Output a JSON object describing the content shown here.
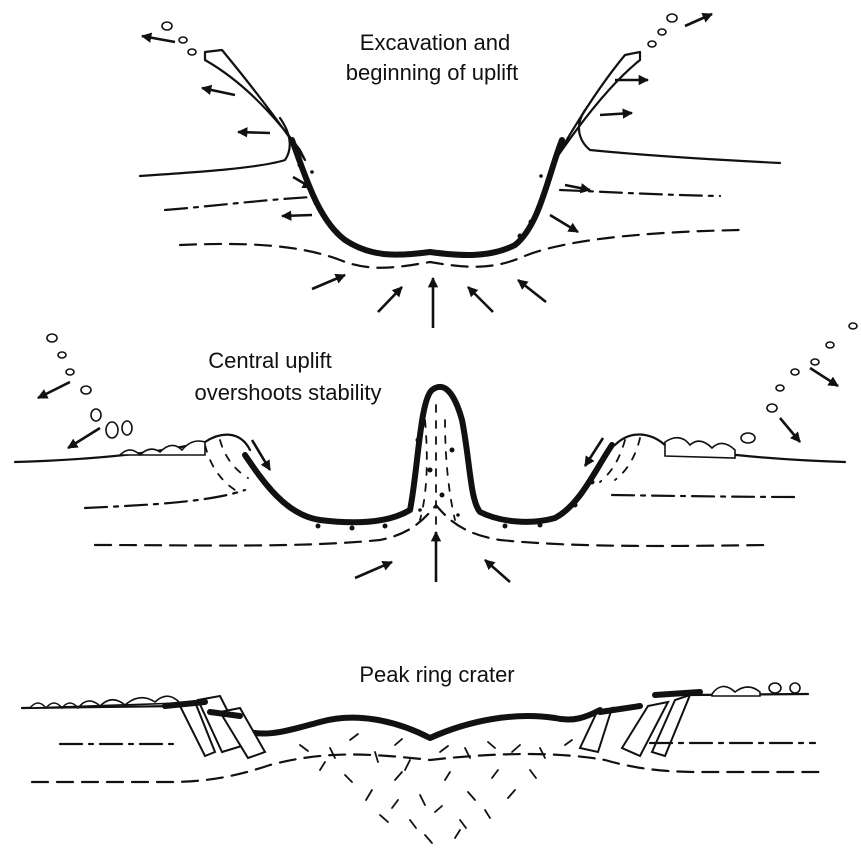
{
  "panels": [
    {
      "title_lines": [
        "Excavation and",
        "beginning of uplift"
      ]
    },
    {
      "title_lines": [
        "Central uplift",
        "overshoots stability"
      ]
    },
    {
      "title_lines": [
        "Peak ring crater"
      ]
    }
  ]
}
